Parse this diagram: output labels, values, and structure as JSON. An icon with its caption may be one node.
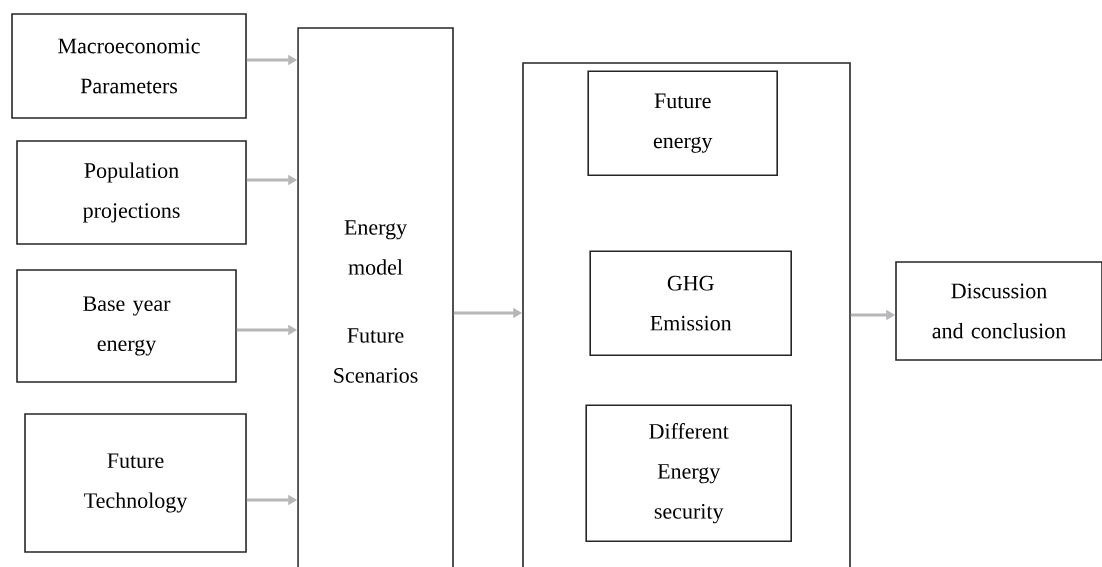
{
  "diagram": {
    "nodes": [
      {
        "text": [
          "Macroeconomic Parameters"
        ]
      },
      {
        "text": [
          "Population projections"
        ]
      },
      {
        "text": [
          "Base year energy"
        ]
      },
      {
        "text": [
          "Future Technology"
        ]
      },
      {
        "text": [
          "Energy model",
          "Future Scenarios"
        ]
      },
      {
        "text": [],
        "shape": "box"
      },
      {
        "text": [
          "Future energy"
        ],
        "in": 5
      },
      {
        "text": [
          "GHG Emission"
        ],
        "in": 5
      },
      {
        "text": [
          "Different Energy security"
        ],
        "in": 5
      },
      {
        "text": [
          "Discussion and conclusion"
        ]
      }
    ],
    "edges": [
      {
        "from": 0,
        "to": 4,
        "arrow": "to"
      },
      {
        "from": 1,
        "to": 4,
        "arrow": "to"
      },
      {
        "from": 2,
        "to": 4,
        "arrow": "to"
      },
      {
        "from": 3,
        "to": 4,
        "arrow": "to"
      },
      {
        "from": 4,
        "to": 5,
        "arrow": "to"
      },
      {
        "from": 5,
        "to": 9,
        "arrow": "to"
      }
    ]
  }
}
